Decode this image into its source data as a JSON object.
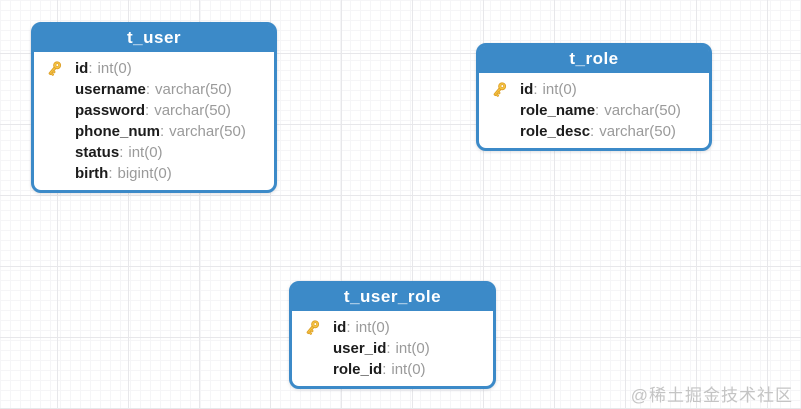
{
  "diagram": {
    "separator": ":",
    "tables": [
      {
        "name": "t_user",
        "fields": [
          {
            "name": "id",
            "type": "int(0)",
            "pk": true
          },
          {
            "name": "username",
            "type": "varchar(50)",
            "pk": false
          },
          {
            "name": "password",
            "type": "varchar(50)",
            "pk": false
          },
          {
            "name": "phone_num",
            "type": "varchar(50)",
            "pk": false
          },
          {
            "name": "status",
            "type": "int(0)",
            "pk": false
          },
          {
            "name": "birth",
            "type": "bigint(0)",
            "pk": false
          }
        ]
      },
      {
        "name": "t_role",
        "fields": [
          {
            "name": "id",
            "type": "int(0)",
            "pk": true
          },
          {
            "name": "role_name",
            "type": "varchar(50)",
            "pk": false
          },
          {
            "name": "role_desc",
            "type": "varchar(50)",
            "pk": false
          }
        ]
      },
      {
        "name": "t_user_role",
        "fields": [
          {
            "name": "id",
            "type": "int(0)",
            "pk": true
          },
          {
            "name": "user_id",
            "type": "int(0)",
            "pk": false
          },
          {
            "name": "role_id",
            "type": "int(0)",
            "pk": false
          }
        ]
      }
    ]
  },
  "watermark": {
    "text": "@稀土掘金技术社区"
  },
  "colors": {
    "table_header_bg": "#3c8ac8",
    "table_border": "#3c8ac8",
    "header_text": "#ffffff",
    "field_name": "#1c1c1c",
    "field_type": "#9a9a9a",
    "pk_icon_fill": "#f6c544",
    "pk_icon_outline": "#dd9f27",
    "watermark_text": "#c4c4c4",
    "grid_major": "#e7e7ea",
    "grid_minor": "#f5f5f7"
  }
}
